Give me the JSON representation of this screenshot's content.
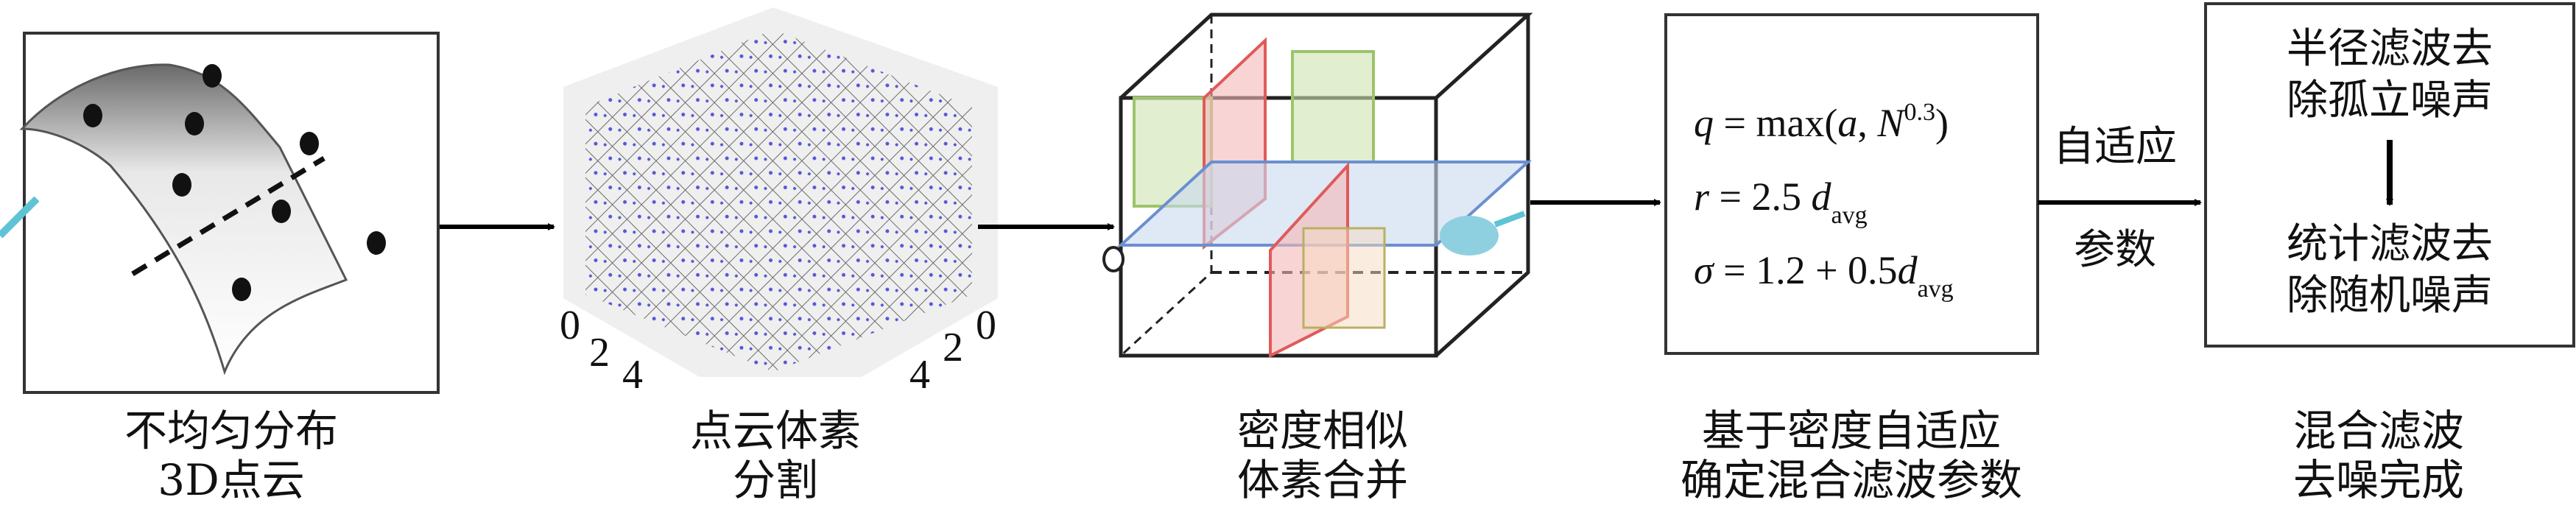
{
  "stages": [
    {
      "caption_line1": "不均匀分布",
      "caption_line2": "3D点云"
    },
    {
      "caption_line1": "点云体素",
      "caption_line2": "分割"
    },
    {
      "caption_line1": "密度相似",
      "caption_line2": "体素合并"
    },
    {
      "caption_line1": "基于密度自适应",
      "caption_line2": "确定混合滤波参数"
    },
    {
      "caption_line1": "混合滤波",
      "caption_line2": "去噪完成"
    }
  ],
  "voxel_axes": {
    "left_ticks": [
      "0",
      "2",
      "4"
    ],
    "right_ticks": [
      "4",
      "2",
      "0"
    ]
  },
  "formulas": {
    "q_lhs": "q",
    "q_rhs": " = max(",
    "q_a": "a",
    "q_comma": ", ",
    "q_N": "N",
    "q_exp": "0.3",
    "q_close": ")",
    "r_lhs": "r",
    "r_rhs": " = 2.5 ",
    "r_d": "d",
    "r_sub": "avg",
    "s_lhs": "σ",
    "s_rhs": " = 1.2 + 0.5",
    "s_d": "d",
    "s_sub": "avg"
  },
  "arrow_label": {
    "top": "自适应",
    "bottom": "参数"
  },
  "filter_box": {
    "step1_line1": "半径滤波去",
    "step1_line2": "除孤立噪声",
    "step2_line1": "统计滤波去",
    "step2_line2": "除随机噪声"
  },
  "colors": {
    "voxel_points": "#3b3bd6",
    "plane_red": "#e05a5a",
    "plane_green": "#9cc46a",
    "plane_blue": "#6b8fd0",
    "cyan": "#5fc3d6"
  }
}
